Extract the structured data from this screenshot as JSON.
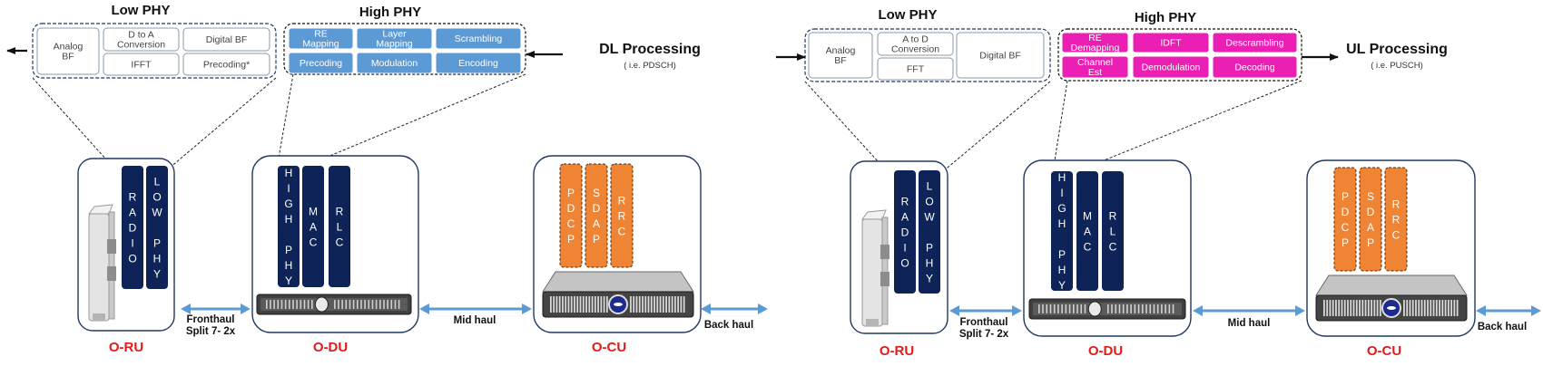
{
  "colors": {
    "navy": "#0e2357",
    "blue_block": "#5c9ad6",
    "pink_block": "#ec1fb4",
    "orange_block": "#ee8434",
    "arrow_blue": "#5b9bd5",
    "node_red": "#e21a1a",
    "border_navy": "#1f3864"
  },
  "panels": [
    {
      "id": "dl",
      "low_phy_title": "Low PHY",
      "high_phy_title": "High PHY",
      "processing_title": "DL Processing",
      "processing_sub": "( i.e. PDSCH)",
      "low_blocks": [
        {
          "lines": [
            "Analog",
            "BF"
          ]
        },
        {
          "lines": [
            "D to A",
            "Conversion"
          ]
        },
        {
          "lines": [
            "IFFT"
          ]
        },
        {
          "lines": [
            "Digital BF"
          ]
        },
        {
          "lines": [
            "Precoding*"
          ]
        }
      ],
      "high_blocks": [
        {
          "lines": [
            "RE",
            "Mapping"
          ]
        },
        {
          "lines": [
            "Layer",
            "Mapping"
          ]
        },
        {
          "lines": [
            "Scrambling"
          ]
        },
        {
          "lines": [
            "Precoding"
          ]
        },
        {
          "lines": [
            "Modulation"
          ]
        },
        {
          "lines": [
            "Encoding"
          ]
        }
      ],
      "ru_stack": [
        "RADIO",
        "LOW PHY"
      ],
      "du_stack": [
        "HIGH PHY",
        "MAC",
        "RLC"
      ],
      "cu_stack": [
        "PDCP",
        "SDAP",
        "RRC"
      ],
      "fronthaul": [
        "Fronthaul",
        "Split 7- 2x"
      ],
      "midhaul": "Mid haul",
      "backhaul": "Back haul",
      "nodes": [
        "O-RU",
        "O-DU",
        "O-CU"
      ]
    },
    {
      "id": "ul",
      "low_phy_title": "Low PHY",
      "high_phy_title": "High PHY",
      "processing_title": "UL Processing",
      "processing_sub": "( i.e. PUSCH)",
      "low_blocks": [
        {
          "lines": [
            "Analog",
            "BF"
          ]
        },
        {
          "lines": [
            "A to D",
            "Conversion"
          ]
        },
        {
          "lines": [
            "FFT"
          ]
        },
        {
          "lines": [
            "Digital BF"
          ]
        }
      ],
      "high_blocks": [
        {
          "lines": [
            "RE",
            "Demapping"
          ]
        },
        {
          "lines": [
            "IDFT"
          ]
        },
        {
          "lines": [
            "Descrambling"
          ]
        },
        {
          "lines": [
            "Channel",
            "Est"
          ]
        },
        {
          "lines": [
            "Demodulation"
          ]
        },
        {
          "lines": [
            "Decoding"
          ]
        }
      ],
      "ru_stack": [
        "RADIO",
        "LOW PHY"
      ],
      "du_stack": [
        "HIGH PHY",
        "MAC",
        "RLC"
      ],
      "cu_stack": [
        "PDCP",
        "SDAP",
        "RRC"
      ],
      "fronthaul": [
        "Fronthaul",
        "Split 7- 2x"
      ],
      "midhaul": "Mid haul",
      "backhaul": "Back haul",
      "nodes": [
        "O-RU",
        "O-DU",
        "O-CU"
      ]
    }
  ]
}
